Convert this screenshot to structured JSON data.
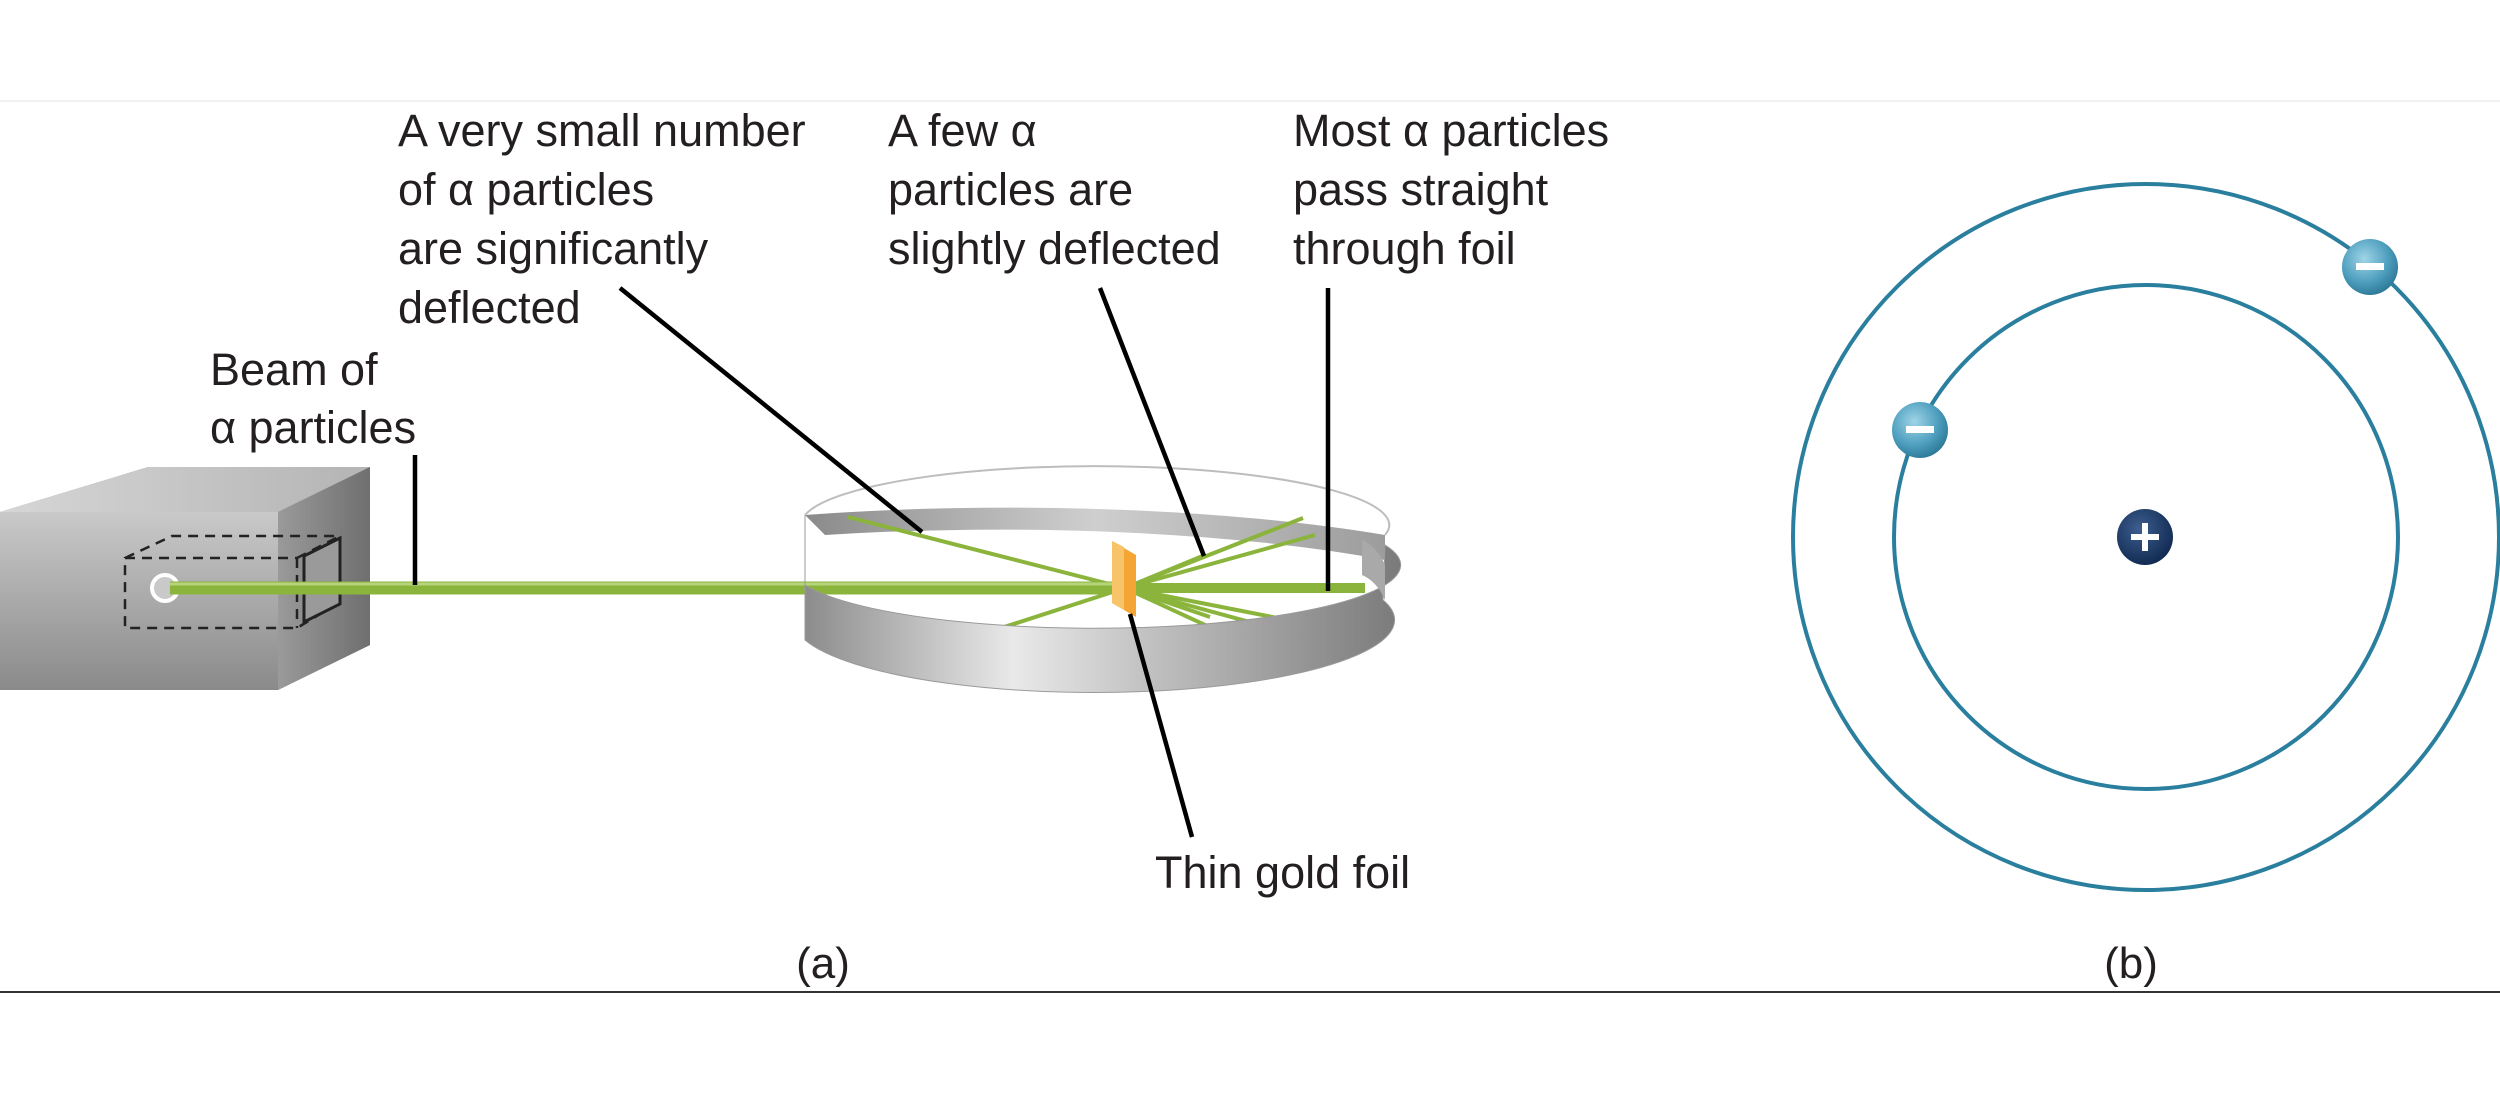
{
  "panel_a": {
    "caption": "(a)",
    "labels": {
      "beam": [
        "Beam of",
        "α particles"
      ],
      "significant": [
        "A very small number",
        "of α particles",
        "are significantly",
        "deflected"
      ],
      "slight": [
        "A few α",
        "particles are",
        "slightly deflected"
      ],
      "straight": [
        "Most α particles",
        "pass straight",
        "through foil"
      ],
      "foil": "Thin gold foil"
    }
  },
  "panel_b": {
    "caption": "(b)",
    "nucleus_sign": "+",
    "electron_sign": "−"
  },
  "colors": {
    "beam_green": "#8bb43c",
    "orbit_blue": "#2a7f9e",
    "nucleus_navy": "#17345f",
    "gold_foil": "#f4a533"
  },
  "icons": [
    "alpha-source-box",
    "detector-ring",
    "gold-foil",
    "nucleus-icon",
    "electron-icon"
  ]
}
